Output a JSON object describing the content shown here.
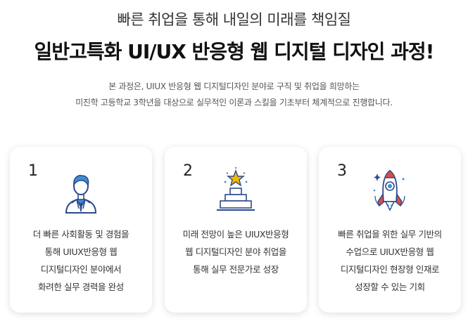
{
  "header": {
    "subtitle": "빠른 취업을 통해 내일의 미래를 책임질",
    "title": "일반고특화 UI/UX 반응형 웹 디지털 디자인 과정!",
    "description_lines": [
      "본 과정은, UIUX 반응형 웹 디지털디자인 분야로 구직 및 취업을 희망하는",
      "미진학 고등학교 3학년을 대상으로 실무적인 이론과 스킬을 기초부터 체계적으로 진행합니다."
    ]
  },
  "cards": [
    {
      "number": "1",
      "icon": "businessman-icon",
      "lines": [
        "더 빠른 사회활동 및 경험을",
        "통해 UIUX반응형 웹",
        "디지털디자인 분야에서",
        "화려한 실무 경력을 완성"
      ]
    },
    {
      "number": "2",
      "icon": "podium-star-icon",
      "lines": [
        "미래 전망이 높은 UIUX반응형",
        "웹 디지털디자인 분야 취업을",
        "통해 실무 전문가로 성장"
      ]
    },
    {
      "number": "3",
      "icon": "rocket-icon",
      "lines": [
        "빠른 취업을 위한 실무 기반의",
        "수업으로 UIUX반응형 웹",
        "디지털디자인 현장형 인재로",
        "성장할 수 있는 기회"
      ]
    }
  ],
  "colors": {
    "icon_blue": "#2b4a8b",
    "icon_light_blue": "#3f8fd2",
    "icon_red": "#e04b3f",
    "icon_gold": "#f2b705",
    "title_text": "#111111",
    "body_text": "#333333"
  }
}
